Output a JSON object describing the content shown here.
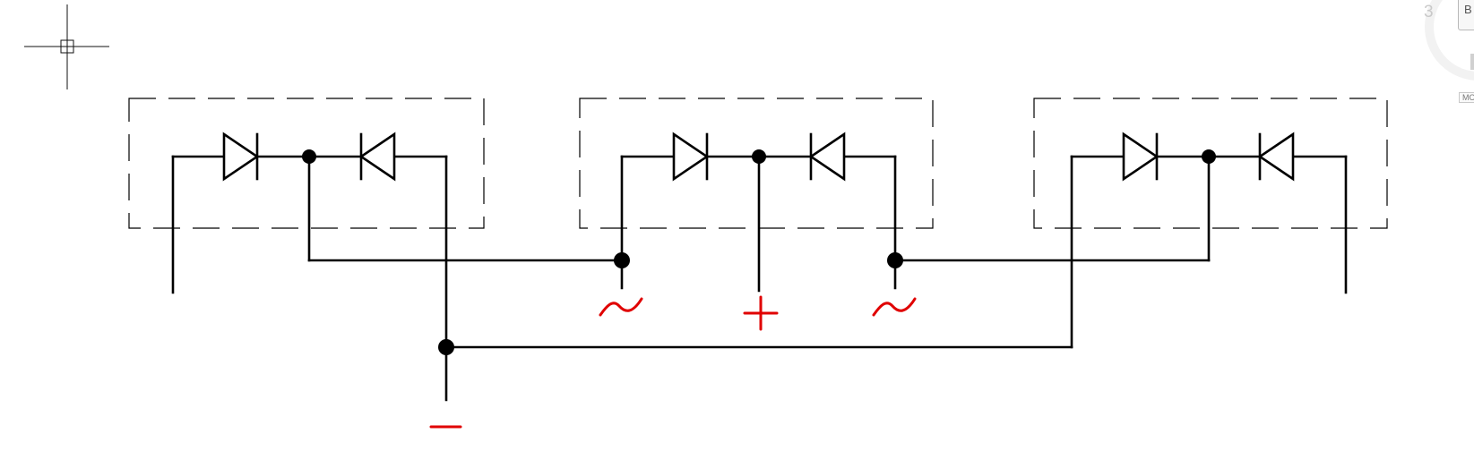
{
  "diagram": {
    "type": "circuit-schematic",
    "modules": [
      {
        "id": "module-1",
        "diodes": 2
      },
      {
        "id": "module-2",
        "diodes": 2
      },
      {
        "id": "module-3",
        "diodes": 2
      }
    ],
    "terminals": [
      {
        "id": "ac-left",
        "symbol": "~"
      },
      {
        "id": "dc-plus",
        "symbol": "+"
      },
      {
        "id": "ac-right",
        "symbol": "~"
      },
      {
        "id": "dc-minus",
        "symbol": "−"
      }
    ],
    "colors": {
      "wire": "#000000",
      "terminal_symbol": "#e00000",
      "background": "#ffffff"
    }
  },
  "viewcube": {
    "number": "3",
    "face_label": "B",
    "mode_label": "MO"
  },
  "cursor": {
    "icon": "crosshair-pickbox-icon"
  }
}
